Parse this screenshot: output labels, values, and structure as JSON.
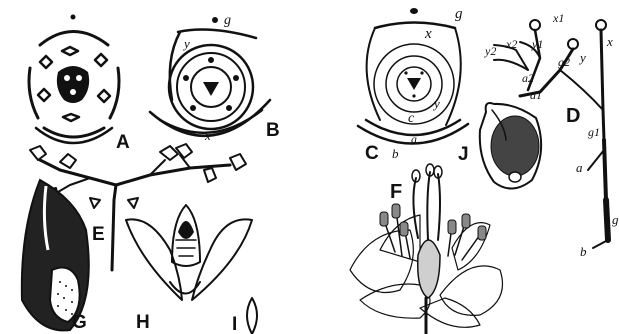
{
  "figure": {
    "colors": {
      "ink": "#111111",
      "paper": "#ffffff"
    },
    "panels": {
      "A": {
        "label": "A"
      },
      "B": {
        "label": "B",
        "marks": [
          "g",
          "y",
          "x"
        ]
      },
      "C": {
        "label": "C",
        "marks": [
          "g",
          "x",
          "y",
          "c",
          "a",
          "b"
        ]
      },
      "D": {
        "label": "D",
        "marks": [
          "x1",
          "y1",
          "y2",
          "x2",
          "y",
          "x",
          "g2",
          "a2",
          "a1",
          "g1",
          "a",
          "g",
          "b"
        ]
      },
      "E": {
        "label": "E"
      },
      "F": {
        "label": "F"
      },
      "G": {
        "label": "G"
      },
      "H": {
        "label": "H"
      },
      "I": {
        "label": "I"
      },
      "J": {
        "label": "J"
      }
    }
  }
}
